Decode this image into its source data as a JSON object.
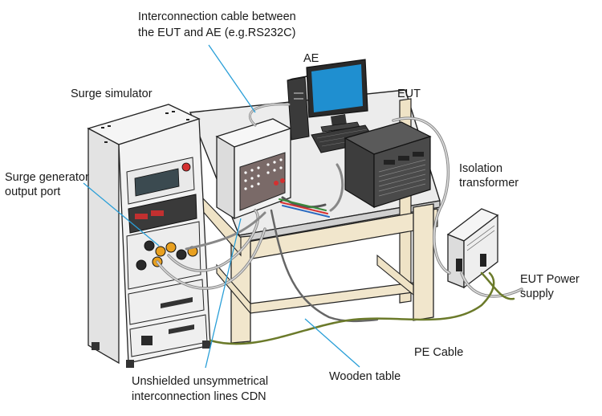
{
  "labels": {
    "interconnection_cable_line1": "Interconnection cable between",
    "interconnection_cable_line2": "the EUT and AE (e.g.RS232C)",
    "ae": "AE",
    "eut": "EUT",
    "surge_simulator": "Surge simulator",
    "surge_generator_line1": "Surge generator",
    "surge_generator_line2": "output port",
    "isolation_transformer_line1": "Isolation",
    "isolation_transformer_line2": "transformer",
    "eut_power_supply_line1": "EUT Power",
    "eut_power_supply_line2": "supply",
    "pe_cable": "PE Cable",
    "wooden_table": "Wooden table",
    "cdn_line1": "Unshielded unsymmetrical",
    "cdn_line2": "interconnection lines CDN"
  },
  "colors": {
    "leader_line": "#2a9fd8",
    "table_wood": "#f1e6cc",
    "table_top": "#e9e9e9",
    "equipment_dark": "#4a4a4a",
    "monitor_screen": "#1f8fd0",
    "cdn_panel": "#7a6a68",
    "pe_cable": "#6b7a2a",
    "port_orange": "#e8a020",
    "emergency_red": "#d43030"
  },
  "icons": {
    "surge_simulator": "surge-simulator-icon",
    "ae_computer": "computer-icon",
    "eut_device": "eut-device-icon",
    "cdn_box": "cdn-box-icon",
    "isolation_transformer": "transformer-icon",
    "wooden_table": "table-icon"
  }
}
